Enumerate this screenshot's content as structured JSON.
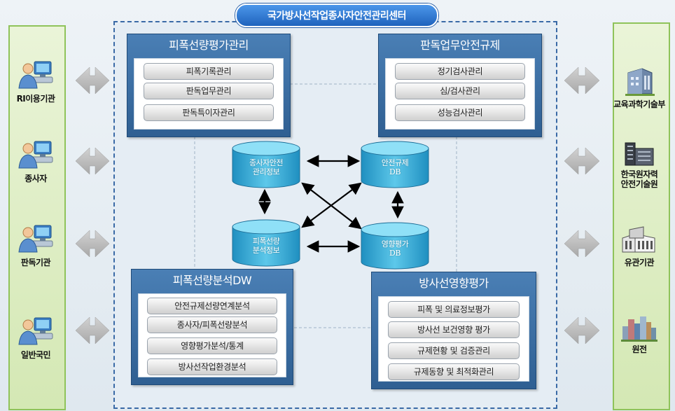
{
  "center_title": "국가방사선작업종사자안전관리센터",
  "left_items": [
    {
      "label": "RI이용기관",
      "icon": "person-computer-icon"
    },
    {
      "label": "종사자",
      "icon": "person-computer-icon"
    },
    {
      "label": "판독기관",
      "icon": "person-computer-icon"
    },
    {
      "label": "일반국민",
      "icon": "person-computer-icon"
    }
  ],
  "right_items": [
    {
      "label": "교육과학기술부",
      "icon": "building-icon"
    },
    {
      "label": "한국원자력\n안전기술원",
      "icon": "building-icon"
    },
    {
      "label": "유관기관",
      "icon": "building-icon"
    },
    {
      "label": "원전",
      "icon": "city-icon"
    }
  ],
  "modules": {
    "top_left": {
      "title": "피폭선량평가관리",
      "items": [
        "피폭기록관리",
        "판독업무관리",
        "판독특이자관리"
      ]
    },
    "top_right": {
      "title": "판독업무안전규제",
      "items": [
        "정기검사관리",
        "심/검사관리",
        "성능검사관리"
      ]
    },
    "bottom_left": {
      "title": "피폭선량분석DW",
      "items": [
        "안전규제선량연계분석",
        "종사자/피폭선량분석",
        "영향평가분석/통계",
        "방사선작업환경분석"
      ]
    },
    "bottom_right": {
      "title": "방사선영향평가",
      "items": [
        "피폭 및 의료정보평가",
        "방사선 보건영향 평가",
        "규제현황 및 검증관리",
        "규제동향 및 최적화관리"
      ]
    }
  },
  "databases": {
    "db1": {
      "line1": "종사자안전",
      "line2": "관리정보"
    },
    "db2": {
      "line1": "안전규제",
      "line2": "DB"
    },
    "db3": {
      "line1": "피폭선량",
      "line2": "분석정보"
    },
    "db4": {
      "line1": "영향평가",
      "line2": "DB"
    }
  },
  "colors": {
    "accent": "#2f5f92",
    "title_blue": "#1f63bd",
    "side_green": "#8fc35a",
    "db_cyan": "#3fb3d6"
  }
}
